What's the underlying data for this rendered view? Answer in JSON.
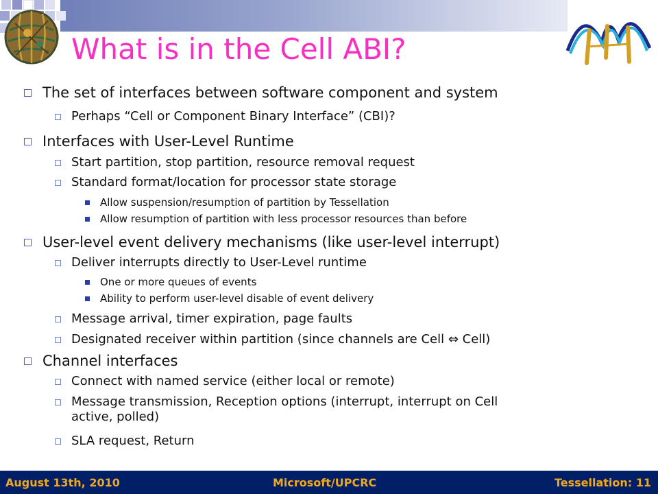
{
  "slide": {
    "title": "What is in the Cell ABI?",
    "items": [
      {
        "text": "The set of interfaces between software component and system"
      },
      {
        "text": "Perhaps “Cell or Component Binary Interface” (CBI)?"
      },
      {
        "text": "Interfaces with User-Level Runtime"
      },
      {
        "text": "Start partition, stop partition, resource removal request"
      },
      {
        "text": "Standard format/location for processor state storage"
      },
      {
        "text": "Allow suspension/resumption of partition by Tessellation"
      },
      {
        "text": "Allow resumption of partition with less processor resources than before"
      },
      {
        "text": "User-level event delivery mechanisms (like user-level interrupt)"
      },
      {
        "text": "Deliver interrupts directly to User-Level runtime"
      },
      {
        "text": "One or more queues of events"
      },
      {
        "text": "Ability to perform user-level disable of event delivery"
      },
      {
        "text": "Message arrival, timer expiration, page faults"
      },
      {
        "text": "Designated receiver within partition (since channels are Cell ⇔ Cell)"
      },
      {
        "text": "Channel interfaces"
      },
      {
        "text": "Connect with named service (either local or remote)"
      },
      {
        "text": "Message transmission, Reception options (interrupt, interrupt on Cell"
      },
      {
        "text": "active, polled)"
      },
      {
        "text": "SLA request, Return"
      }
    ]
  },
  "footer": {
    "date": "August 13th, 2010",
    "org": "Microsoft/UPCRC",
    "page": "Tessellation: 11"
  },
  "colors": {
    "title": "#f72fc2",
    "footer_bg": "#001f66",
    "footer_text": "#f0a81e",
    "bullet": "#4a62b8"
  }
}
